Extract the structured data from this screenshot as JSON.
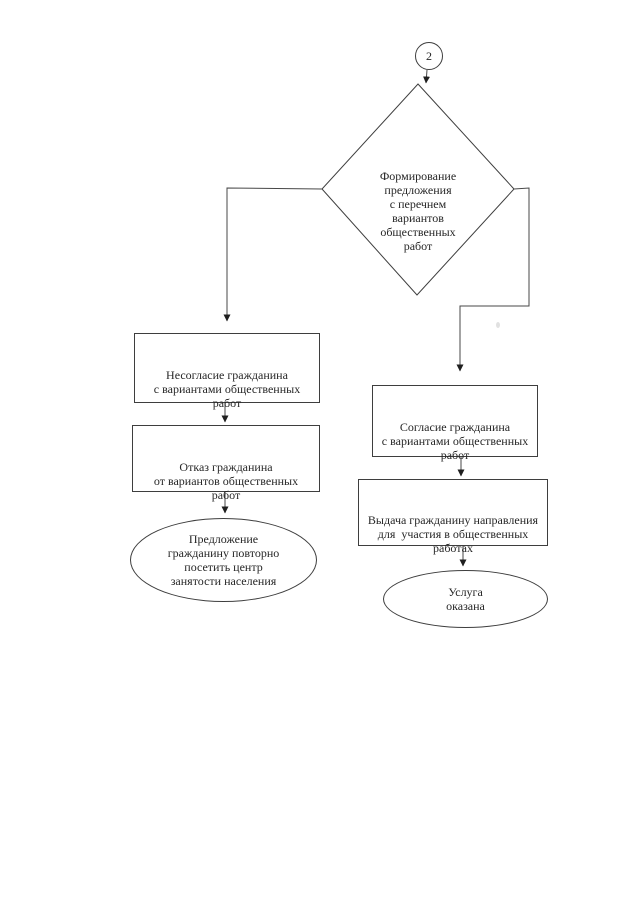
{
  "colors": {
    "background": "#ffffff",
    "line": "#474747",
    "border": "#3e3e3e",
    "text": "#262626",
    "arrowhead": "#1f1f1f"
  },
  "flowchart": {
    "off_page_connector": {
      "label": "2"
    },
    "decision": {
      "label": "Формирование\nпредложения\nс перечнем\nвариантов\nобщественных\nработ"
    },
    "left": {
      "disagree": {
        "label": "Несогласие гражданина\nс вариантами общественных\nработ"
      },
      "refuse": {
        "label": "Отказ гражданина\nот вариантов общественных\nработ"
      },
      "revisit": {
        "label": "Предложение\nгражданину повторно\nпосетить центр\nзанятости населения"
      }
    },
    "right": {
      "agree": {
        "label": "Согласие гражданина\nс вариантами общественных\nработ"
      },
      "referral": {
        "label": "Выдача гражданину направления\nдля  участия в общественных\nработах"
      },
      "done": {
        "label": "Услуга\nоказана"
      }
    }
  }
}
